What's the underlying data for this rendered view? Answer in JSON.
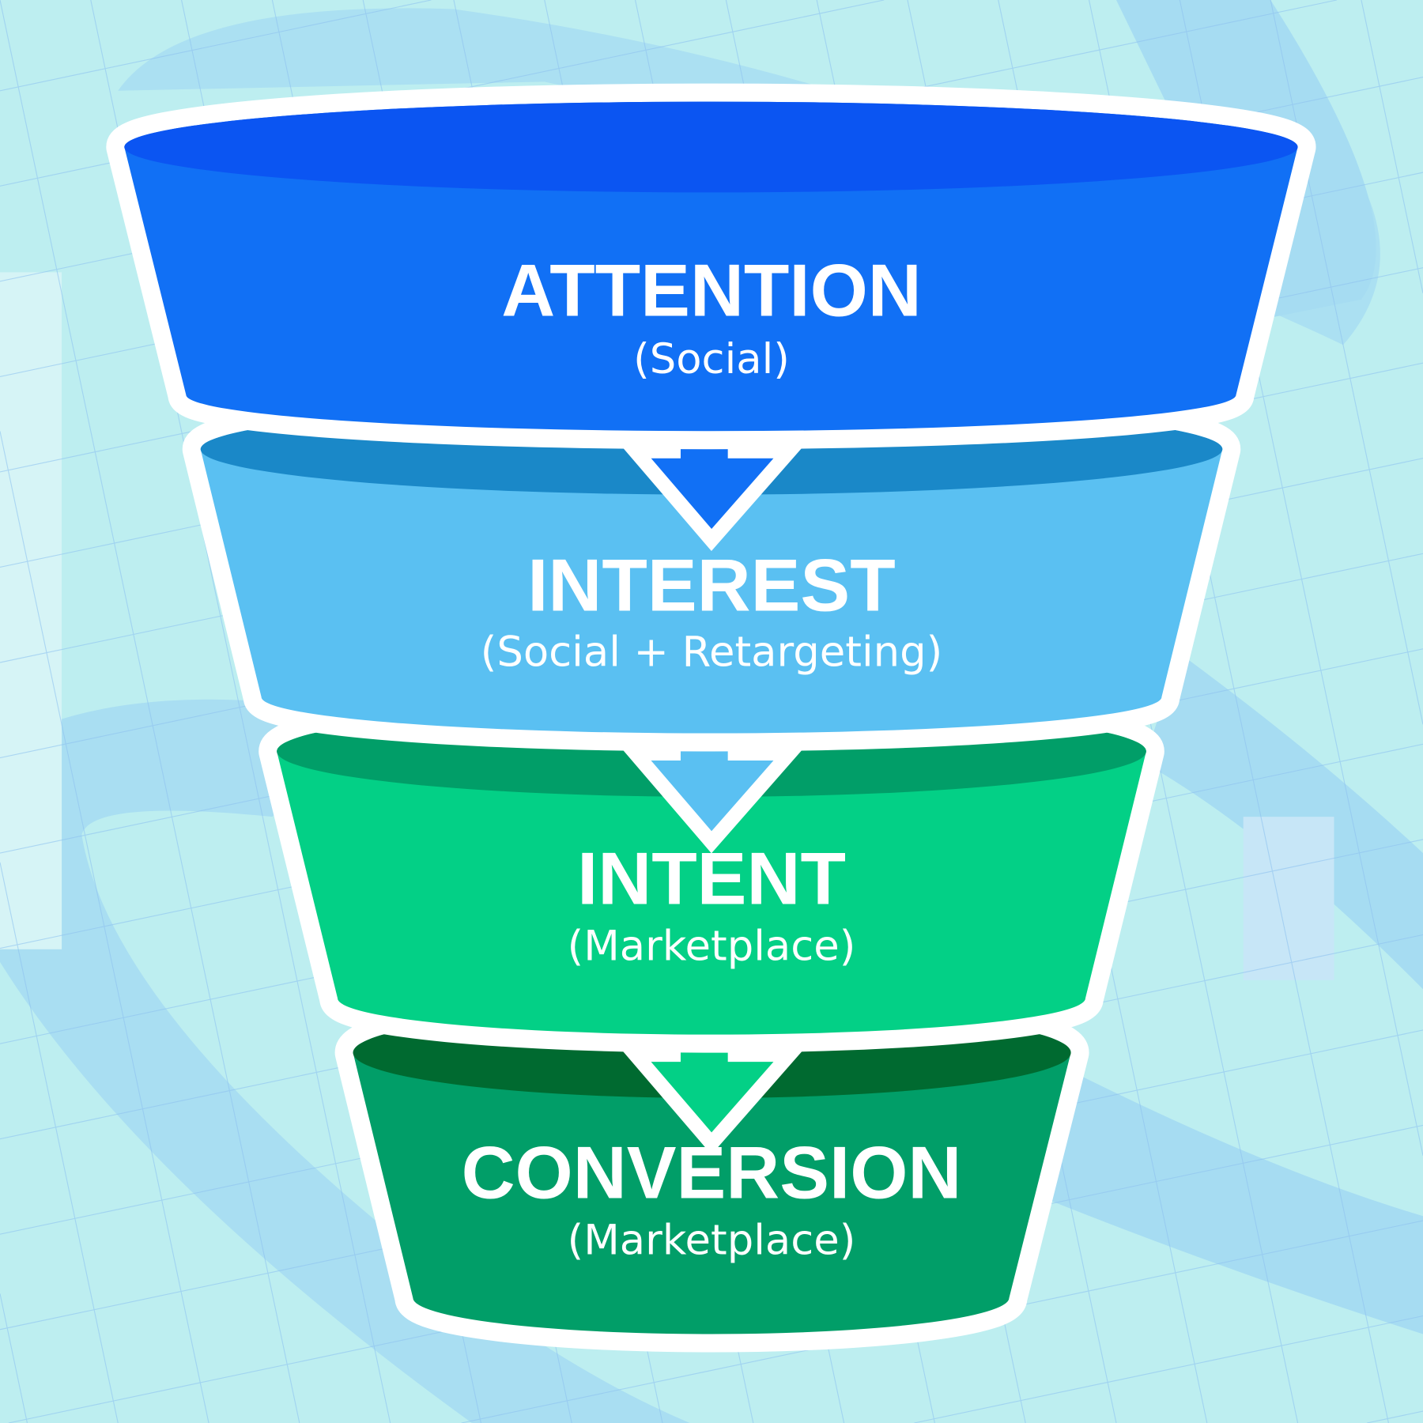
{
  "colors": {
    "background": "#BDEEF0",
    "outline": "#FFFFFF"
  },
  "stages": [
    {
      "title": "ATTENTION",
      "subtitle": "(Social)",
      "body_color": "#1170F5",
      "top_color": "#0B55F2"
    },
    {
      "title": "INTEREST",
      "subtitle": "(Social + Retargeting)",
      "body_color": "#5AC0F2",
      "top_color": "#1A88C8"
    },
    {
      "title": "INTENT",
      "subtitle": "(Marketplace)",
      "body_color": "#03D086",
      "top_color": "#019E68"
    },
    {
      "title": "CONVERSION",
      "subtitle": "(Marketplace)",
      "body_color": "#019E68",
      "top_color": "#006A30"
    }
  ],
  "arrow_icon": "arrow-down-icon"
}
